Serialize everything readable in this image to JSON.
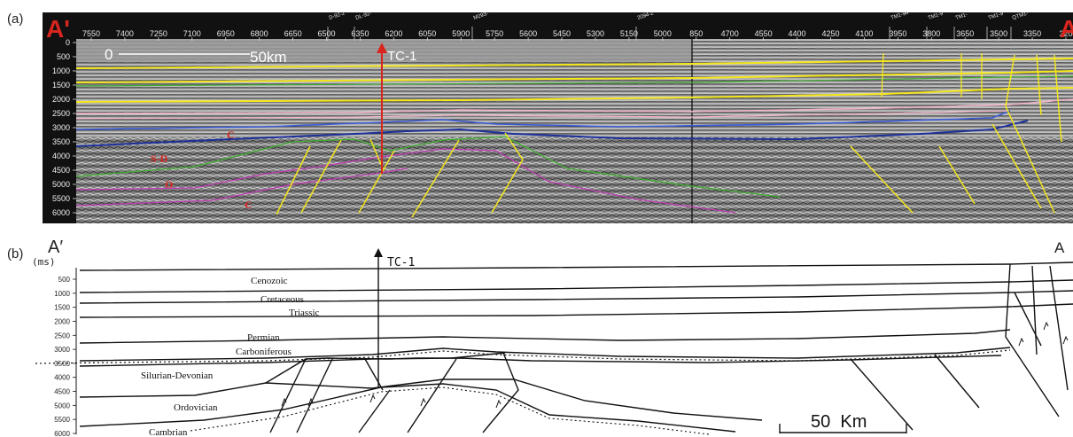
{
  "panel_a": {
    "label": "(a)",
    "end_left": "A'",
    "end_right": "A",
    "top_ticks": [
      "7550",
      "7400",
      "7250",
      "7100",
      "6950",
      "6800",
      "6650",
      "6500",
      "6350",
      "6200",
      "6050",
      "5900",
      "5750",
      "5600",
      "5450",
      "5300",
      "5150",
      "5000",
      "850",
      "4700",
      "4550",
      "4400",
      "4250",
      "4100",
      "3950",
      "3800",
      "3650",
      "3500",
      "3350",
      "320"
    ],
    "depth_ticks": [
      "0",
      "500",
      "1000",
      "1500",
      "2000",
      "2500",
      "3000",
      "3500",
      "4000",
      "4500",
      "5000",
      "5500",
      "6000"
    ],
    "scale_zero": "0",
    "scale_label": "50km",
    "well_label": "TC-1",
    "horizon_labels": [
      "C",
      "S-D",
      "O",
      "Є"
    ],
    "line_names": [
      "D-92-2",
      "DL-92-",
      "M293-",
      "2094-2",
      "TM1-94",
      "TM1-9",
      "TM1-",
      "TM1-9",
      "QTM1-"
    ]
  },
  "panel_b": {
    "label": "(b)",
    "end_left": "A′",
    "end_right": "A",
    "unit": "(ms)",
    "depth_ticks": [
      "500",
      "1000",
      "1500",
      "2000",
      "2500",
      "3000",
      "3500",
      "4000",
      "4500",
      "5000",
      "5500",
      "6000"
    ],
    "well_label": "TC-1",
    "formations": [
      "Cenozoic",
      "Cretaceous",
      "Triassic",
      "Permian",
      "Carboniferous",
      "Silurian-Devonian",
      "Ordovician",
      "Cambrian"
    ],
    "scale_label": "50  Km"
  },
  "colors": {
    "seismic_bg": "#8a8a8a",
    "yellow": "#f3e61b",
    "blue": "#1c2f9a",
    "green": "#3fae2f",
    "magenta": "#c03cb4",
    "red": "#d8261e",
    "pink": "#f2b3c8"
  }
}
